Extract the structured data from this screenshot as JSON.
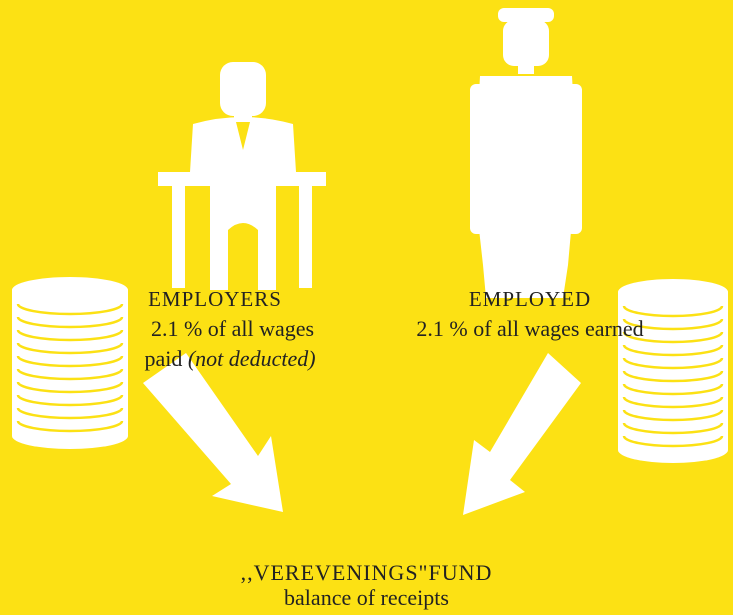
{
  "colors": {
    "background": "#FCE114",
    "figure": "#FFFFFF",
    "text": "#222222"
  },
  "employers": {
    "title": "EMPLOYERS",
    "line1": "2.1 % of all wages",
    "line2_plain": "paid",
    "line2_italic": "(not deducted)"
  },
  "employed": {
    "title": "EMPLOYED",
    "line1": "2.1 % of all wages earned"
  },
  "fund": {
    "title": ",,VEREVENINGS\"FUND",
    "subtitle": "balance of receipts"
  }
}
